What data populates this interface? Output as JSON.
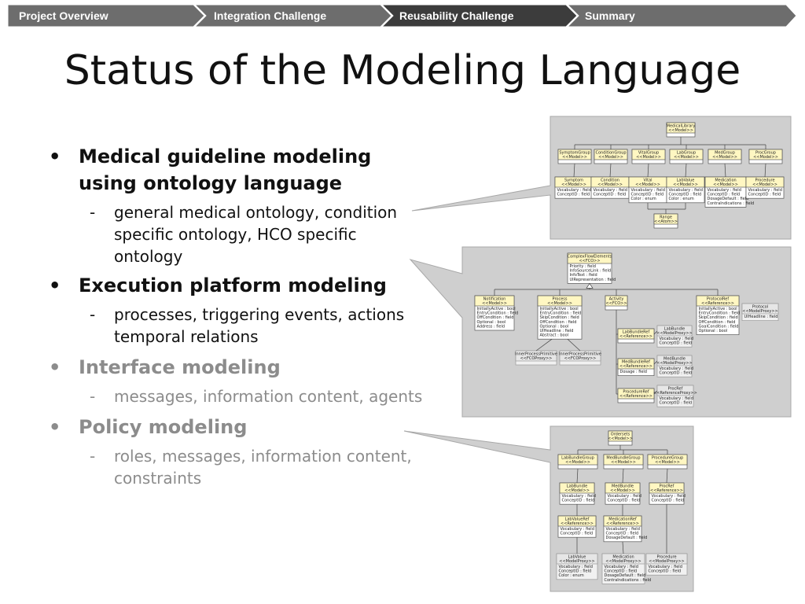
{
  "nav": {
    "tabs": [
      {
        "label": "Project Overview",
        "active": false
      },
      {
        "label": "Integration Challenge",
        "active": false
      },
      {
        "label": "Reusability Challenge",
        "active": true
      },
      {
        "label": "Summary",
        "active": false
      }
    ]
  },
  "slide": {
    "title": "Status of the Modeling Language",
    "bullets": [
      {
        "text": "Medical guideline modeling using ontology language",
        "active": true,
        "sub": "general medical ontology, condition specific ontology, HCO specific ontology"
      },
      {
        "text": "Execution platform modeling",
        "active": true,
        "sub": "processes, triggering events, actions temporal relations"
      },
      {
        "text": "Interface modeling",
        "active": false,
        "sub": "messages, information content, agents"
      },
      {
        "text": "Policy modeling",
        "active": false,
        "sub": "roles, messages, information content, constraints"
      }
    ]
  },
  "colors": {
    "nav_dark": "#6d6d6d",
    "nav_active": "#3c3c3c",
    "callout_fill": "#cfcfcf",
    "uml_header": "#fff7c2"
  },
  "diagrams": {
    "medical": {
      "top": {
        "title": "MedicalLibrary",
        "stereo": "<<Model>>"
      },
      "groups": [
        {
          "title": "SymptomGroup",
          "stereo": "<<Model>>"
        },
        {
          "title": "ConditionGroup",
          "stereo": "<<Model>>"
        },
        {
          "title": "VitalGroup",
          "stereo": "<<Model>>"
        },
        {
          "title": "LabGroup",
          "stereo": "<<Model>>"
        },
        {
          "title": "MedGroup",
          "stereo": "<<Model>>"
        },
        {
          "title": "ProcGroup",
          "stereo": "<<Model>>"
        }
      ],
      "items": [
        {
          "title": "Symptom",
          "stereo": "<<Model>>",
          "fields": [
            "Vocabulary : field",
            "ConceptID : field"
          ]
        },
        {
          "title": "Condition",
          "stereo": "<<Model>>",
          "fields": [
            "Vocabulary : field",
            "ConceptID : field"
          ]
        },
        {
          "title": "Vital",
          "stereo": "<<Model>>",
          "fields": [
            "Vocabulary : field",
            "ConceptID : field",
            "Color : enum"
          ]
        },
        {
          "title": "LabValue",
          "stereo": "<<Model>>",
          "fields": [
            "Vocabulary : field",
            "ConceptID : field",
            "Color : enum"
          ]
        },
        {
          "title": "Medication",
          "stereo": "<<Model>>",
          "fields": [
            "Vocabulary : field",
            "ConceptID : field",
            "DosageDefault : field",
            "ContraIndications : field"
          ]
        },
        {
          "title": "Procedure",
          "stereo": "<<Model>>",
          "fields": [
            "Vocabulary : field",
            "ConceptID : field"
          ]
        }
      ],
      "range": {
        "title": "Range",
        "stereo": "<<Atom>>"
      }
    },
    "execution": {
      "root": {
        "title": "ComplexFlowElements",
        "stereo": "<<FCO>>",
        "fields": [
          "Priority : field",
          "InfoSourceLink : field",
          "InfoText : field",
          "UIRepresentation : field"
        ]
      },
      "notification": {
        "title": "Notification",
        "stereo": "<<Model>>",
        "fields": [
          "InitiallyActive : bool",
          "EntryCondition : field",
          "OffCondition : field",
          "Optional : bool",
          "Address : field"
        ]
      },
      "process": {
        "title": "Process",
        "stereo": "<<Model>>",
        "fields": [
          "InitiallyActive : bool",
          "EntryCondition : field",
          "SkipCondition : field",
          "OffCondition : field",
          "Optional : bool",
          "UIHeadline : field",
          "Abstract : bool"
        ]
      },
      "activity": {
        "title": "Activity",
        "stereo": "<<FCO>>"
      },
      "protocolref": {
        "title": "ProtocolRef",
        "stereo": "<<Reference>>",
        "fields": [
          "InitiallyActive : bool",
          "EntryCondition : field",
          "SkipCondition : field",
          "OffCondition : field",
          "GoalCondition : field",
          "Optional : bool"
        ]
      },
      "protocol": {
        "title": "Protocol",
        "stereo": "<<ModelProxy>>",
        "fields": [
          "UIHeadline : field"
        ]
      },
      "labbundleref": {
        "title": "LabBundleRef",
        "stereo": "<<Reference>>"
      },
      "labbundle": {
        "title": "LabBundle",
        "stereo": "<<ModelProxy>>",
        "fields": [
          "Vocabulary : field",
          "ConceptID : field"
        ]
      },
      "medbundleref": {
        "title": "MedBundleRef",
        "stereo": "<<Reference>>",
        "fields": [
          "Dosage : field"
        ]
      },
      "medbundle": {
        "title": "MedBundle",
        "stereo": "<<ModelProxy>>",
        "fields": [
          "Vocabulary : field",
          "ConceptID : field"
        ]
      },
      "procedureref": {
        "title": "ProcedureRef",
        "stereo": "<<Reference>>"
      },
      "procref": {
        "title": "ProcRef",
        "stereo": "<<ReferenceProxy>>",
        "fields": [
          "Vocabulary : field",
          "ConceptID : field"
        ]
      },
      "inner1": {
        "title": "InnerProcessPrimitive",
        "stereo": "<<FCOProxy>>"
      },
      "inner2": {
        "title": "InnerProcessPrimitive",
        "stereo": "<<FCOProxy>>"
      }
    },
    "orders": {
      "top": {
        "title": "Ordersets",
        "stereo": "<<Model>>"
      },
      "groups": [
        {
          "title": "LabBundleGroup",
          "stereo": "<<Model>>"
        },
        {
          "title": "MedBundleGroup",
          "stereo": "<<Model>>"
        },
        {
          "title": "ProcedureGroup",
          "stereo": "<<Model>>"
        }
      ],
      "bundles": [
        {
          "title": "LabBundle",
          "stereo": "<<Model>>",
          "fields": [
            "Vocabulary : field",
            "ConceptID : field"
          ]
        },
        {
          "title": "MedBundle",
          "stereo": "<<Model>>",
          "fields": [
            "Vocabulary : field",
            "ConceptID : field"
          ]
        },
        {
          "title": "ProcRef",
          "stereo": "<<Reference>>",
          "fields": [
            "Vocabulary : field",
            "ConceptID : field"
          ]
        }
      ],
      "refs": [
        {
          "title": "LabValueRef",
          "stereo": "<<Reference>>",
          "fields": [
            "Vocabulary : field",
            "ConceptID : field"
          ]
        },
        {
          "title": "MedicationRef",
          "stereo": "<<Reference>>",
          "fields": [
            "Vocabulary : field",
            "ConceptID : field",
            "DosageDefault : field"
          ]
        }
      ],
      "proxies": [
        {
          "title": "LabValue",
          "stereo": "<<ModelProxy>>",
          "fields": [
            "Vocabulary : field",
            "ConceptID : field",
            "Color : enum"
          ]
        },
        {
          "title": "Medication",
          "stereo": "<<ModelProxy>>",
          "fields": [
            "Vocabulary : field",
            "ConceptID : field",
            "DosageDefault : field",
            "ContraIndications : field"
          ]
        },
        {
          "title": "Procedure",
          "stereo": "<<ModelProxy>>",
          "fields": [
            "Vocabulary : field",
            "ConceptID : field"
          ]
        }
      ]
    }
  }
}
